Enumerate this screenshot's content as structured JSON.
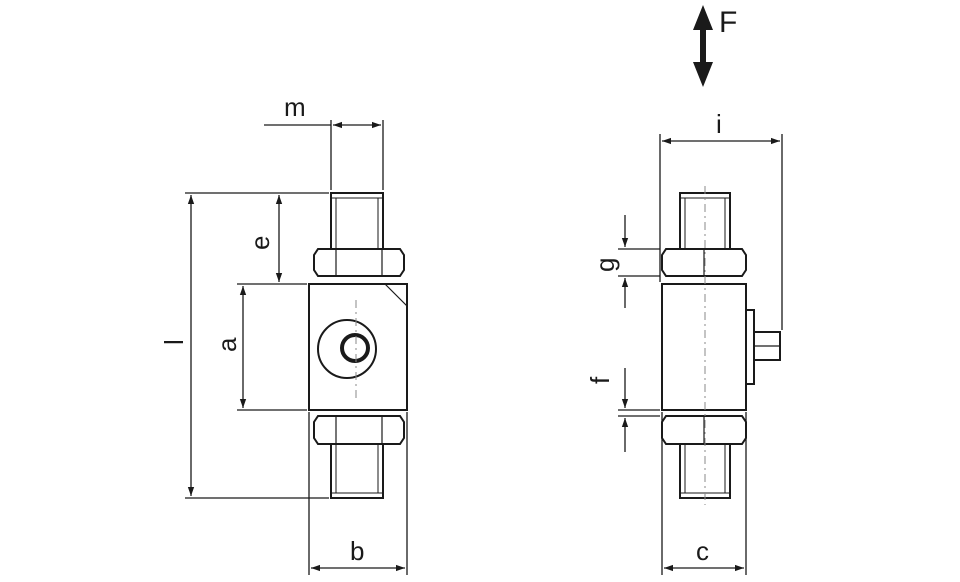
{
  "labels": {
    "m": "m",
    "e": "e",
    "l": "l",
    "a": "a",
    "b": "b",
    "i": "i",
    "g": "g",
    "f": "f",
    "c": "c",
    "force": "F"
  }
}
